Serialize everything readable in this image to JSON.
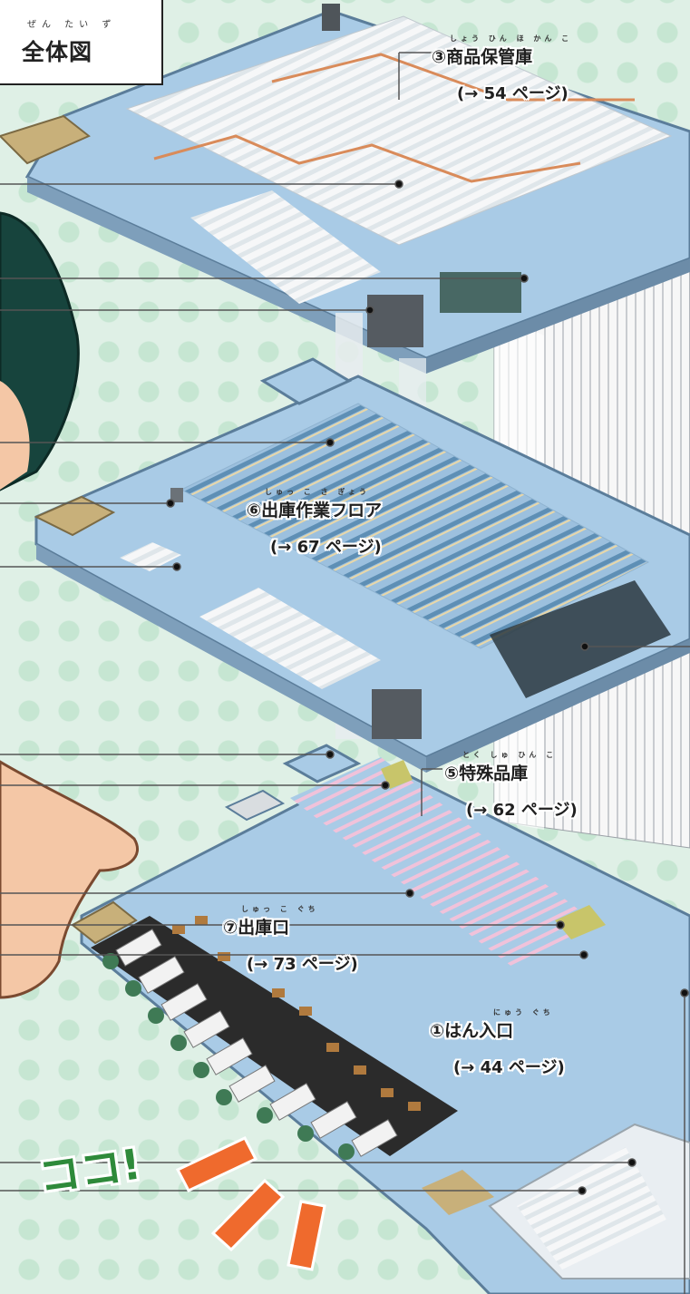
{
  "title": {
    "text": "全体図",
    "ruby": "ぜん たい ず"
  },
  "labels": {
    "storage": {
      "ruby": "しょう ひん ほ かん こ",
      "name": "③商品保管庫",
      "page": "(→ 54 ページ)"
    },
    "shipping_floor": {
      "ruby": "しゅっ こ さ ぎょう",
      "name": "⑥出庫作業フロア",
      "page": "(→ 67 ページ)"
    },
    "special": {
      "ruby": "とく しゅ ひん こ",
      "name": "⑤特殊品庫",
      "page": "(→ 62 ページ)"
    },
    "exit": {
      "ruby": "しゅっ こ ぐち",
      "name": "⑦出庫口",
      "page": "(→ 73 ページ)"
    },
    "entrance": {
      "ruby": "にゅう ぐち",
      "name": "①はん入口",
      "page": "(→ 44 ページ)"
    }
  },
  "exclamation": "ココ!",
  "colors": {
    "floor": "#a9cbe6",
    "floor_edge": "#5b7d9a",
    "shelf": "#f2f3f4",
    "wall_beige": "#c8b07a",
    "parking": "#2c2c2c",
    "truck_cab": "#3f7a55",
    "conveyor_pink": "#e9b6d0",
    "hair": "#17443d",
    "skin": "#f4c7a6",
    "accent_orange": "#ef6a2d",
    "koko_green": "#2e8a3a"
  }
}
